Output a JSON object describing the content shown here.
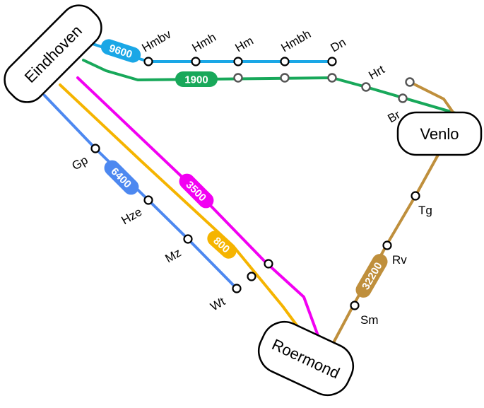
{
  "cities": {
    "eindhoven": "Eindhoven",
    "venlo": "Venlo",
    "roermond": "Roermond"
  },
  "routes": {
    "r9600": {
      "number": "9600",
      "color": "#1aa7e6"
    },
    "r1900": {
      "number": "1900",
      "color": "#18a85a"
    },
    "r6400": {
      "number": "6400",
      "color": "#4d88f0"
    },
    "r3500": {
      "number": "3500",
      "color": "#f200f2"
    },
    "r800": {
      "number": "800",
      "color": "#f5b400"
    },
    "r32200": {
      "number": "32200",
      "color": "#bf8f3c"
    }
  },
  "stations": {
    "hmbv": "Hmbv",
    "hmh": "Hmh",
    "hm": "Hm",
    "hmbh": "Hmbh",
    "dn": "Dn",
    "hrt": "Hrt",
    "br": "Br",
    "gp": "Gp",
    "hze": "Hze",
    "mz": "Mz",
    "wt": "Wt",
    "tg": "Tg",
    "rv": "Rv",
    "sm": "Sm"
  }
}
